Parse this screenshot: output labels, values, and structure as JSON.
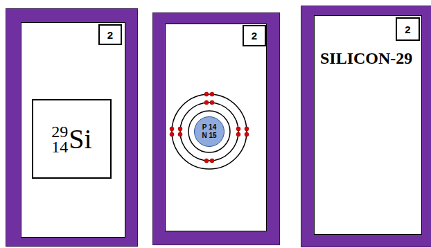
{
  "diagram": {
    "nodes": [
      {
        "text": [
          "2"
        ]
      },
      {
        "text": [
          "29",
          "14",
          "Si"
        ]
      },
      {
        "text": [
          "2"
        ]
      },
      {
        "text": [
          "P 14",
          "N 15"
        ]
      },
      {
        "text": [
          "2"
        ]
      }
    ],
    "labels": [
      "SILICON-29"
    ]
  }
}
